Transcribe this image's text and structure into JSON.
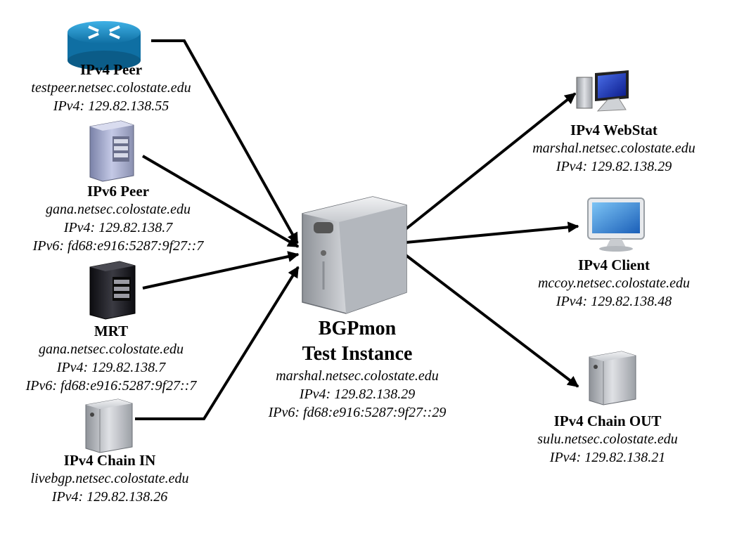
{
  "nodes": {
    "ipv4_peer": {
      "title": "IPv4 Peer",
      "lines": [
        "testpeer.netsec.colostate.edu",
        "IPv4:  129.82.138.55"
      ],
      "icon": "router-icon"
    },
    "ipv6_peer": {
      "title": "IPv6 Peer",
      "lines": [
        "gana.netsec.colostate.edu",
        "IPv4:  129.82.138.7",
        "IPv6:  fd68:e916:5287:9f27::7"
      ],
      "icon": "server-tower-icon"
    },
    "mrt": {
      "title": "MRT",
      "lines": [
        "gana.netsec.colostate.edu",
        "IPv4:  129.82.138.7",
        "IPv6:  fd68:e916:5287:9f27::7"
      ],
      "icon": "black-server-icon"
    },
    "chain_in": {
      "title": "IPv4 Chain IN",
      "lines": [
        "livebgp.netsec.colostate.edu",
        "IPv4:  129.82.138.26"
      ],
      "icon": "small-server-icon"
    },
    "bgpmon": {
      "title1": "BGPmon",
      "title2": "Test Instance",
      "lines": [
        "marshal.netsec.colostate.edu",
        "IPv4:  129.82.138.29",
        "IPv6:  fd68:e916:5287:9f27::29"
      ],
      "icon": "main-server-icon"
    },
    "webstat": {
      "title": "IPv4 WebStat",
      "lines": [
        "marshal.netsec.colostate.edu",
        "IPv4:  129.82.138.29"
      ],
      "icon": "desktop-computer-icon"
    },
    "client": {
      "title": "IPv4 Client",
      "lines": [
        "mccoy.netsec.colostate.edu",
        "IPv4:  129.82.138.48"
      ],
      "icon": "monitor-icon"
    },
    "chain_out": {
      "title": "IPv4 Chain OUT",
      "lines": [
        "sulu.netsec.colostate.edu",
        "IPv4:  129.82.138.21"
      ],
      "icon": "small-server-icon"
    }
  },
  "colors": {
    "arrow": "#000000",
    "router": "#1b8fc9",
    "server_gray": "#b9bcc2",
    "server_dark": "#1c1c22"
  }
}
